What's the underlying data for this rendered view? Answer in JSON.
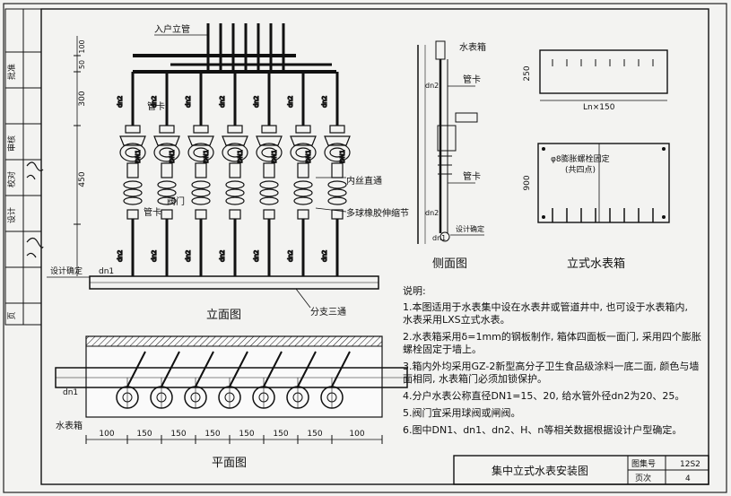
{
  "sidebar": {
    "cells": [
      "批准",
      "审核",
      "校对",
      "设计",
      "页"
    ]
  },
  "labels": {
    "inlet_riser": "入户立管",
    "pipe_clamp": "管卡",
    "inner_thread": "内丝直通",
    "rubber_joint": "多球橡胶伸缩节",
    "valve": "阀门",
    "branch_tee": "分支三通",
    "design_floor": "设计确定",
    "dn1": "dn1",
    "dn2": "dn2",
    "DN1": "DN1",
    "meter_box": "水表箱",
    "dim_300": "300",
    "dim_450": "450",
    "dim_100": "100",
    "dim_150": "150",
    "dim_250": "250",
    "dim_900": "900",
    "dim_50": "50",
    "dim_Ln": "Ln×150",
    "bolt_note": "φ8膨胀螺栓固定",
    "bolt_note2": "(共四点)"
  },
  "views": {
    "elevation": "立面图",
    "plan": "平面图",
    "side": "侧面图",
    "box": "立式水表箱"
  },
  "notes": {
    "heading": "说明:",
    "items": [
      "1.本图适用于水表集中设在水表井或管道井中, 也可设于水表箱内,",
      "   水表采用LXS立式水表。",
      "2.水表箱采用δ=1mm的钢板制作, 箱体四面板一面门, 采用四个膨胀",
      "   螺栓固定于墙上。",
      "3.箱内外均采用GZ-2新型高分子卫生食品级涂料一底二面, 颜色与墙",
      "   面相同, 水表箱门必须加锁保护。",
      "4.分户水表公称直径DN1=15、20, 给水管外径dn2为20、25。",
      "5.阀门宜采用球阀或闸阀。",
      "6.图中DN1、dn1、dn2、H、n等相关数据根据设计户型确定。"
    ]
  },
  "title_block": {
    "title": "集中立式水表安装图",
    "atlas_label": "图集号",
    "atlas_no": "12S2",
    "page_label": "页次",
    "page_no": "4"
  },
  "colors": {
    "ink": "#111111",
    "paper": "#f3f3f1"
  }
}
